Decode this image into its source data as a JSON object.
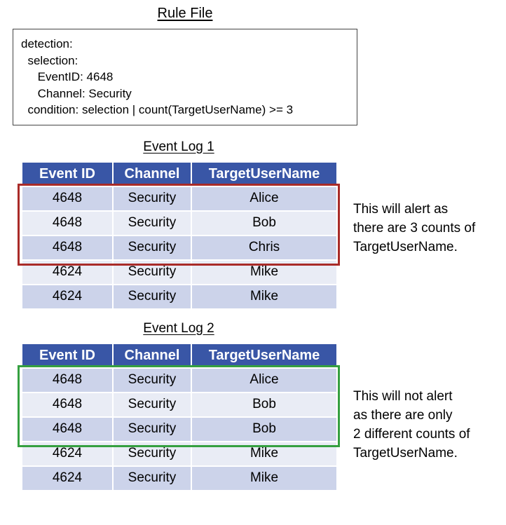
{
  "colors": {
    "header_bg": "#3956a6",
    "row_odd": "#ccd3ea",
    "row_even": "#e9ecf5",
    "alert_outline": "#a92b28",
    "noalert_outline": "#35a040"
  },
  "rule_file": {
    "title": "Rule File",
    "lines": [
      "detection:",
      "  selection:",
      "     EventID: 4648",
      "     Channel: Security",
      "  condition: selection | count(TargetUserName) >= 3"
    ]
  },
  "log1": {
    "title": "Event Log 1",
    "headers": [
      "Event ID",
      "Channel",
      "TargetUserName"
    ],
    "rows": [
      [
        "4648",
        "Security",
        "Alice"
      ],
      [
        "4648",
        "Security",
        "Bob"
      ],
      [
        "4648",
        "Security",
        "Chris"
      ],
      [
        "4624",
        "Security",
        "Mike"
      ],
      [
        "4624",
        "Security",
        "Mike"
      ]
    ],
    "annotation": "This will alert as\nthere are 3 counts of\nTargetUserName."
  },
  "log2": {
    "title": "Event Log 2",
    "headers": [
      "Event ID",
      "Channel",
      "TargetUserName"
    ],
    "rows": [
      [
        "4648",
        "Security",
        "Alice"
      ],
      [
        "4648",
        "Security",
        "Bob"
      ],
      [
        "4648",
        "Security",
        "Bob"
      ],
      [
        "4624",
        "Security",
        "Mike"
      ],
      [
        "4624",
        "Security",
        "Mike"
      ]
    ],
    "annotation": "This will not alert\nas there are only\n2 different counts of\nTargetUserName."
  }
}
